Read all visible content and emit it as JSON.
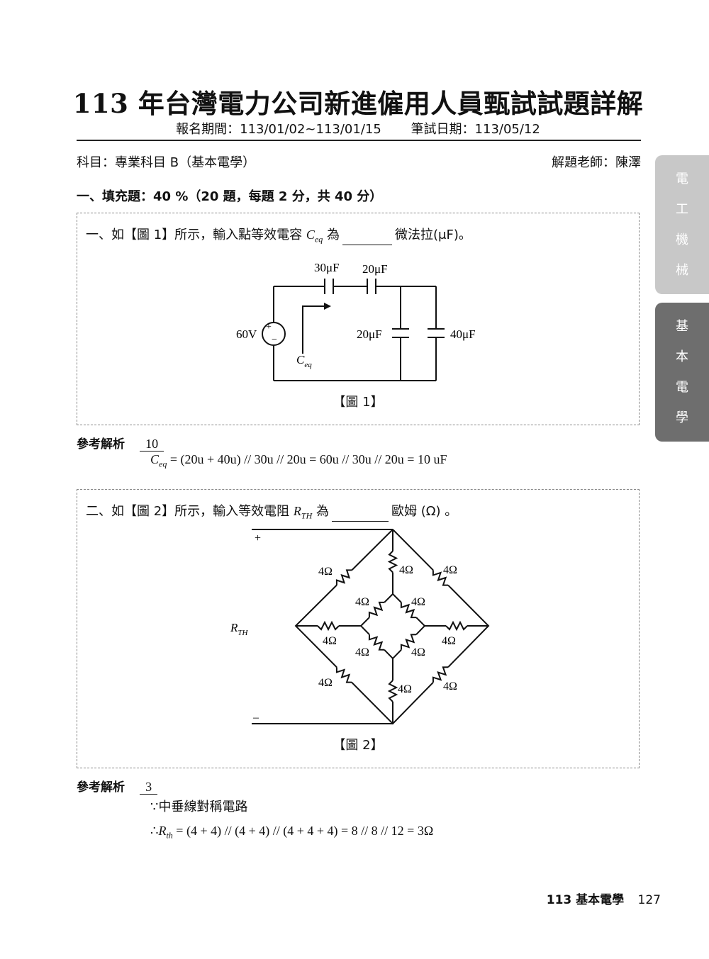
{
  "header": {
    "title": "113 年台灣電力公司新進僱用人員甄試試題詳解",
    "reg_period": "報名期間：113/01/02~113/01/15",
    "exam_date": "筆試日期：113/05/12"
  },
  "meta": {
    "subject": "科目：專業科目 B（基本電學）",
    "teacher": "解題老師：陳澤"
  },
  "section_heading": "一、填充題：40 %（20 題，每題 2 分，共 40 分）",
  "side_tabs": [
    {
      "chars": [
        "電",
        "工",
        "機",
        "械"
      ],
      "active": false
    },
    {
      "chars": [
        "基",
        "本",
        "電",
        "學"
      ],
      "active": true
    }
  ],
  "q1": {
    "prefix": "一、如【圖 1】所示，輸入點等效電容",
    "symbol": "C",
    "symbol_sub": "eq",
    "mid": "為",
    "suffix": "微法拉(μF)。",
    "figure": {
      "source": "60V",
      "c1": "30μF",
      "c2": "20μF",
      "c3": "20μF",
      "c4": "40μF",
      "ceq": "C",
      "ceq_sub": "eq",
      "caption": "【圖 1】"
    },
    "answer_label": "參考解析",
    "answer": "10",
    "solution": "= (20u + 40u) // 30u // 20u = 60u // 30u // 20u = 10 uF",
    "solution_lhs": "C",
    "solution_lhs_sub": "eq"
  },
  "q2": {
    "prefix": "二、如【圖 2】所示，輸入等效電阻",
    "symbol": "R",
    "symbol_sub": "TH",
    "mid": "為",
    "suffix": "歐姆 (Ω) 。",
    "figure": {
      "plus": "+",
      "minus": "–",
      "rth": "R",
      "rth_sub": "TH",
      "resistor_label": "4Ω",
      "caption": "【圖 2】"
    },
    "answer_label": "參考解析",
    "answer": "3",
    "reason": "∵中垂線對稱電路",
    "solution_prefix": "∴",
    "solution_lhs": "R",
    "solution_lhs_sub": "th",
    "solution": "= (4 + 4) // (4 + 4) // (4 + 4 + 4) = 8 // 8 // 12 = 3Ω"
  },
  "footer": {
    "book": "113 基本電學",
    "page": "127"
  }
}
